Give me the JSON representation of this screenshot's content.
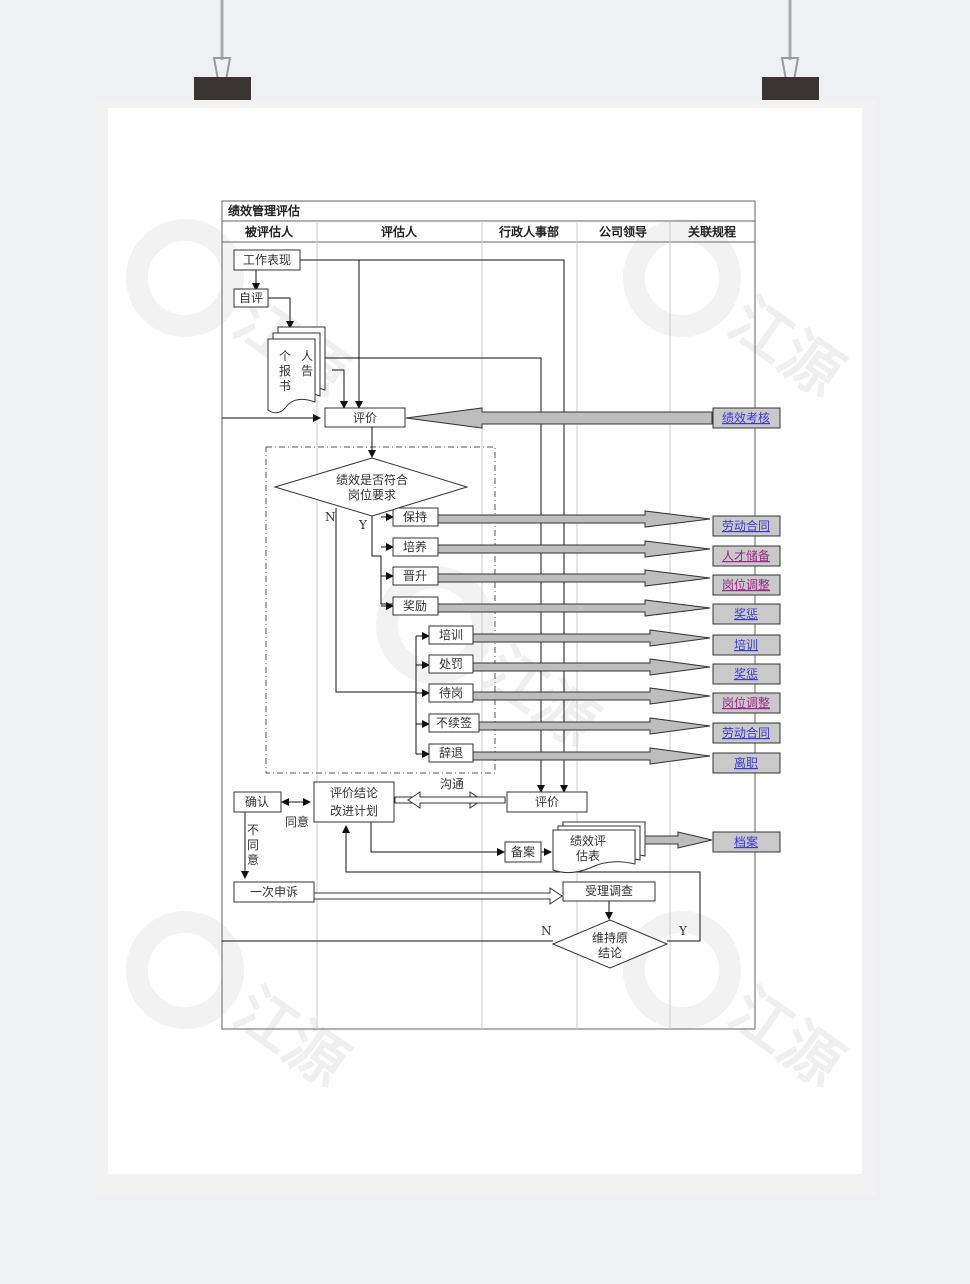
{
  "title": "绩效管理评估",
  "lanes": [
    "被评估人",
    "评估人",
    "行政人事部",
    "公司领导",
    "关联规程"
  ],
  "boxes": {
    "work": "工作表现",
    "self": "自评",
    "report": [
      "个",
      "人",
      "报",
      "告",
      "书"
    ],
    "evaluate": "评价",
    "decision": [
      "绩效是否符合",
      "岗位要求"
    ],
    "n": "N",
    "y": "Y",
    "yes_options": [
      "保持",
      "培养",
      "晋升",
      "奖励"
    ],
    "no_options": [
      "培训",
      "处罚",
      "待岗",
      "不续签",
      "辞退"
    ],
    "confirm": "确认",
    "conclusion": [
      "评价结论",
      "改进计划"
    ],
    "communicate": "沟通",
    "hr_evaluate": "评价",
    "disagree": [
      "不",
      "同",
      "意"
    ],
    "agree": "同意",
    "file": "备案",
    "form": [
      "绩效评",
      "估表"
    ],
    "appeal": "一次申诉",
    "investigate": "受理调查",
    "maintain": [
      "维持原",
      "结论"
    ],
    "n2": "N",
    "y2": "Y"
  },
  "links": [
    {
      "label": "绩效考核",
      "color": "#3a3ad4"
    },
    {
      "label": "劳动合同",
      "color": "#3a3ad4"
    },
    {
      "label": "人才储备",
      "color": "#9b2a8a"
    },
    {
      "label": "岗位调整",
      "color": "#9b2a8a"
    },
    {
      "label": "奖惩",
      "color": "#3a3ad4"
    },
    {
      "label": "培训",
      "color": "#3a3ad4"
    },
    {
      "label": "奖惩",
      "color": "#3a3ad4"
    },
    {
      "label": "岗位调整",
      "color": "#9b2a8a"
    },
    {
      "label": "劳动合同",
      "color": "#3a3ad4"
    },
    {
      "label": "离职",
      "color": "#3a3ad4"
    },
    {
      "label": "档案",
      "color": "#3a3ad4"
    }
  ],
  "watermark": "江源"
}
